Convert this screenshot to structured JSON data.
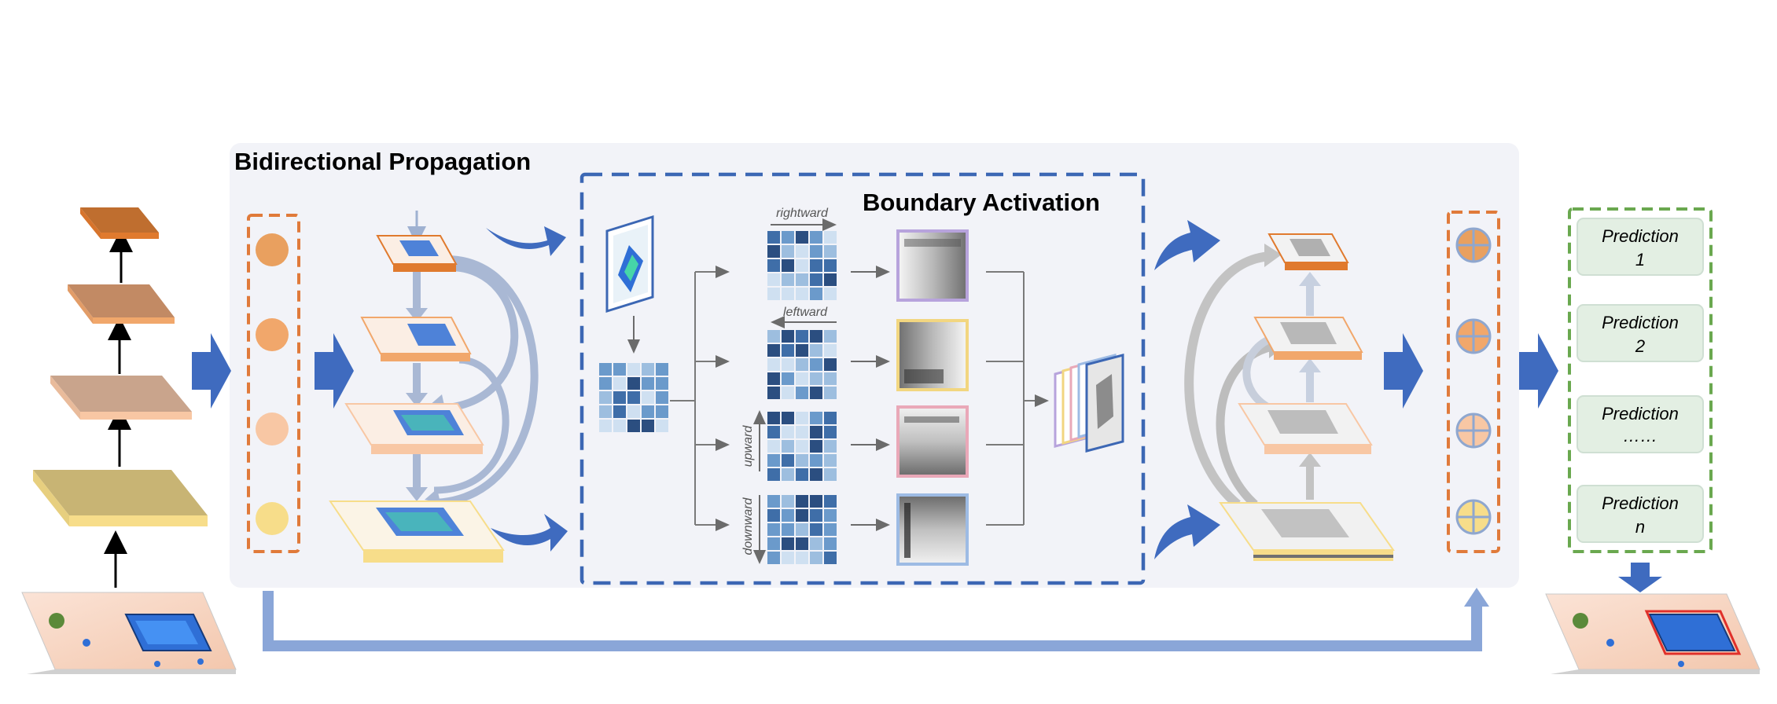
{
  "section_titles": {
    "bidirectional": "Bidirectional Propagation",
    "boundary": "Boundary Activation"
  },
  "directions": {
    "rightward": "rightward",
    "leftward": "leftward",
    "upward": "upward",
    "downward": "downward"
  },
  "predictions": [
    {
      "line1": "Prediction",
      "line2": "1"
    },
    {
      "line1": "Prediction",
      "line2": "2"
    },
    {
      "line1": "Prediction",
      "line2": "……"
    },
    {
      "line1": "Prediction",
      "line2": "n"
    }
  ],
  "colors": {
    "panel_bg": "#f2f3f8",
    "blue_dashed": "#3c67b4",
    "orange_dashed": "#e07a3a",
    "green_dashed": "#6aa84f",
    "big_arrow": "#3f6bbf",
    "skip_path": "#8aa6d8",
    "pred_box": "#e3efe3",
    "level1": "#e07a2e",
    "level2": "#f1a76b",
    "level3": "#f8c7a4",
    "level4": "#f7dd8a"
  },
  "icons": {
    "fusion": "circle-plus-icon"
  }
}
